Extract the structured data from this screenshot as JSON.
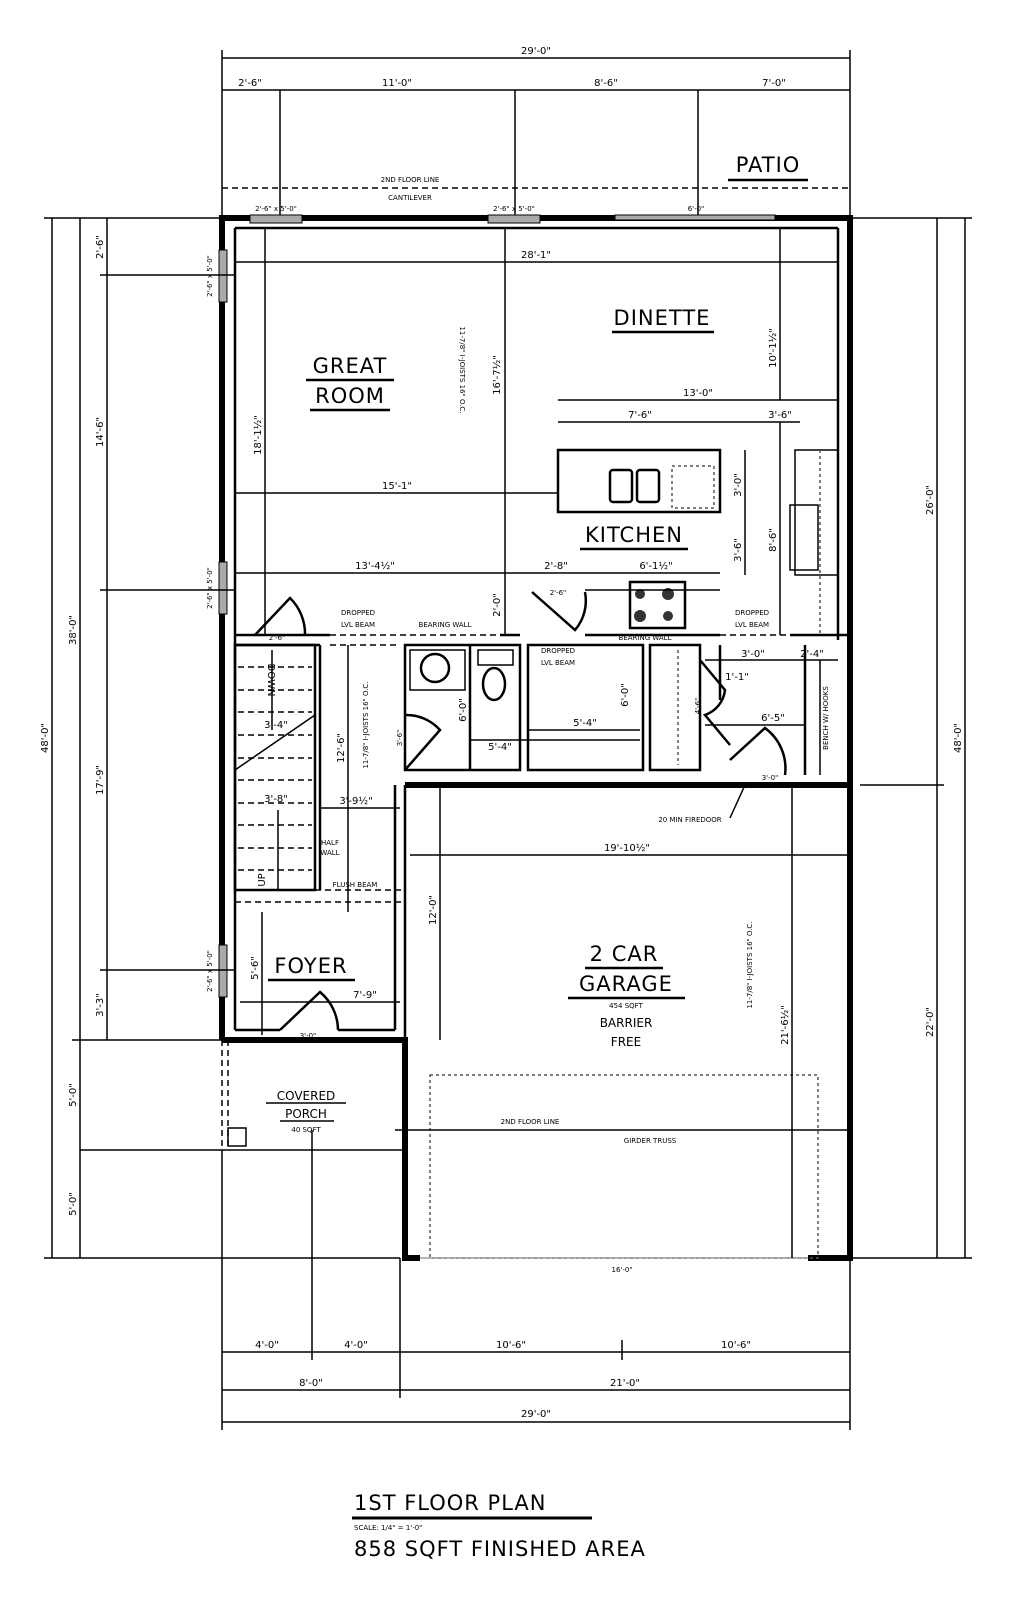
{
  "title": "1ST FLOOR PLAN",
  "scale": "SCALE: 1/4\" = 1'-0\"",
  "finished_area": "858 SQFT FINISHED AREA",
  "rooms": {
    "patio": "PATIO",
    "dinette": "DINETTE",
    "great_room_1": "GREAT",
    "great_room_2": "ROOM",
    "kitchen": "KITCHEN",
    "foyer": "FOYER",
    "garage_1": "2 CAR",
    "garage_2": "GARAGE",
    "garage_area": "454 SQFT",
    "garage_note_1": "BARRIER",
    "garage_note_2": "FREE",
    "porch_1": "COVERED",
    "porch_2": "PORCH",
    "porch_area": "40 SQFT"
  },
  "notes": {
    "second_floor_line": "2ND FLOOR LINE",
    "cantilever": "CANTILEVER",
    "dropped_beam_1": "DROPPED",
    "dropped_beam_2": "LVL BEAM",
    "bearing_wall": "BEARING WALL",
    "joists": "11-7/8\" I-JOISTS 16\" O.C.",
    "down": "DOWN",
    "up": "UP",
    "half_wall_1": "HALF",
    "half_wall_2": "WALL",
    "flush_beam": "FLUSH BEAM",
    "firedoor": "20 MIN FIREDOOR",
    "bench": "BENCH W/ HOOKS",
    "girder_truss": "GIRDER TRUSS",
    "window": "2'-6\" x 5'-0\"",
    "patio_door": "6'-0\"",
    "door_30": "3'-0\"",
    "door_26": "2'-6\"",
    "door_28": "2'-8\"",
    "garage_door": "16'-0\""
  },
  "dims": {
    "top_total": "29'-0\"",
    "top_1": "2'-6\"",
    "top_2": "11'-0\"",
    "top_3": "8'-6\"",
    "top_4": "7'-0\"",
    "int_28_1": "28'-1\"",
    "int_16_7": "16'-7½\"",
    "int_10_1": "10'-1½\"",
    "int_13_0": "13'-0\"",
    "int_7_6": "7'-6\"",
    "int_3_6": "3'-6\"",
    "int_18_1": "18'-1½\"",
    "int_15_1": "15'-1\"",
    "int_3_0v": "3'-0\"",
    "int_8_6": "8'-6\"",
    "int_3_6v": "3'-6\"",
    "int_13_4": "13'-4½\"",
    "int_2_8": "2'-8\"",
    "int_6_1": "6'-1½\"",
    "int_2_0": "2'-0\"",
    "int_3_4": "3'-4\"",
    "int_12_6": "12'-6\"",
    "int_6_0a": "6'-0\"",
    "int_5_4a": "5'-4\"",
    "int_6_0b": "6'-0\"",
    "int_5_4b": "5'-4\"",
    "int_3_0h": "3'-0\"",
    "int_2_4": "2'-4\"",
    "int_1_1": "1'-1\"",
    "int_4_6": "4'-6\"",
    "int_6_5": "6'-5\"",
    "int_3_6c": "3'-6\"",
    "int_3_8": "3'-8\"",
    "int_3_9": "3'-9½\"",
    "int_19_10": "19'-10½\"",
    "int_12_0": "12'-0\"",
    "int_21_6": "21'-6½\"",
    "int_5_6": "5'-6\"",
    "int_7_9": "7'-9\"",
    "left_48": "48'-0\"",
    "left_38": "38'-0\"",
    "left_2_6": "2'-6\"",
    "left_14_6": "14'-6\"",
    "left_17_9": "17'-9\"",
    "left_3_3": "3'-3\"",
    "left_5_0a": "5'-0\"",
    "left_5_0b": "5'-0\"",
    "right_26": "26'-0\"",
    "right_22": "22'-0\"",
    "right_48": "48'-0\"",
    "bot_1": "4'-0\"",
    "bot_2": "4'-0\"",
    "bot_3": "10'-6\"",
    "bot_4": "10'-6\"",
    "bot_8": "8'-0\"",
    "bot_21": "21'-0\"",
    "bot_total": "29'-0\""
  }
}
